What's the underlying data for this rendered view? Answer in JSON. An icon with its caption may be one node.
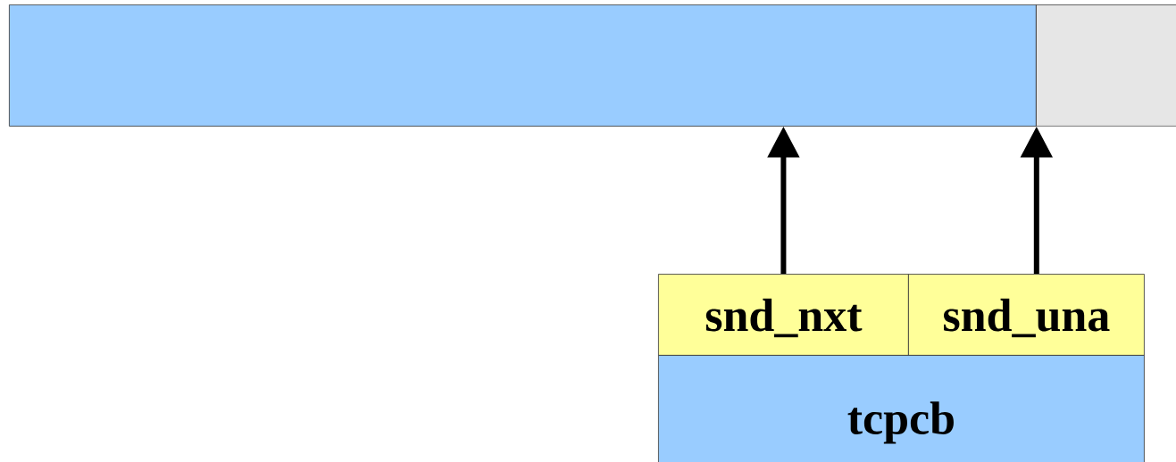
{
  "diagram": {
    "nodes": [
      {
        "text": [],
        "shape": "bar"
      },
      {
        "text": [],
        "shape": "bar"
      },
      {
        "text": [
          "snd_nxt"
        ]
      },
      {
        "text": [
          "snd_una"
        ]
      },
      {
        "text": [
          "tcpcb"
        ]
      }
    ],
    "edges": [
      {
        "from": 2,
        "to": 0,
        "arrow": "to"
      },
      {
        "from": 3,
        "to": 0,
        "arrow": "to"
      }
    ]
  }
}
